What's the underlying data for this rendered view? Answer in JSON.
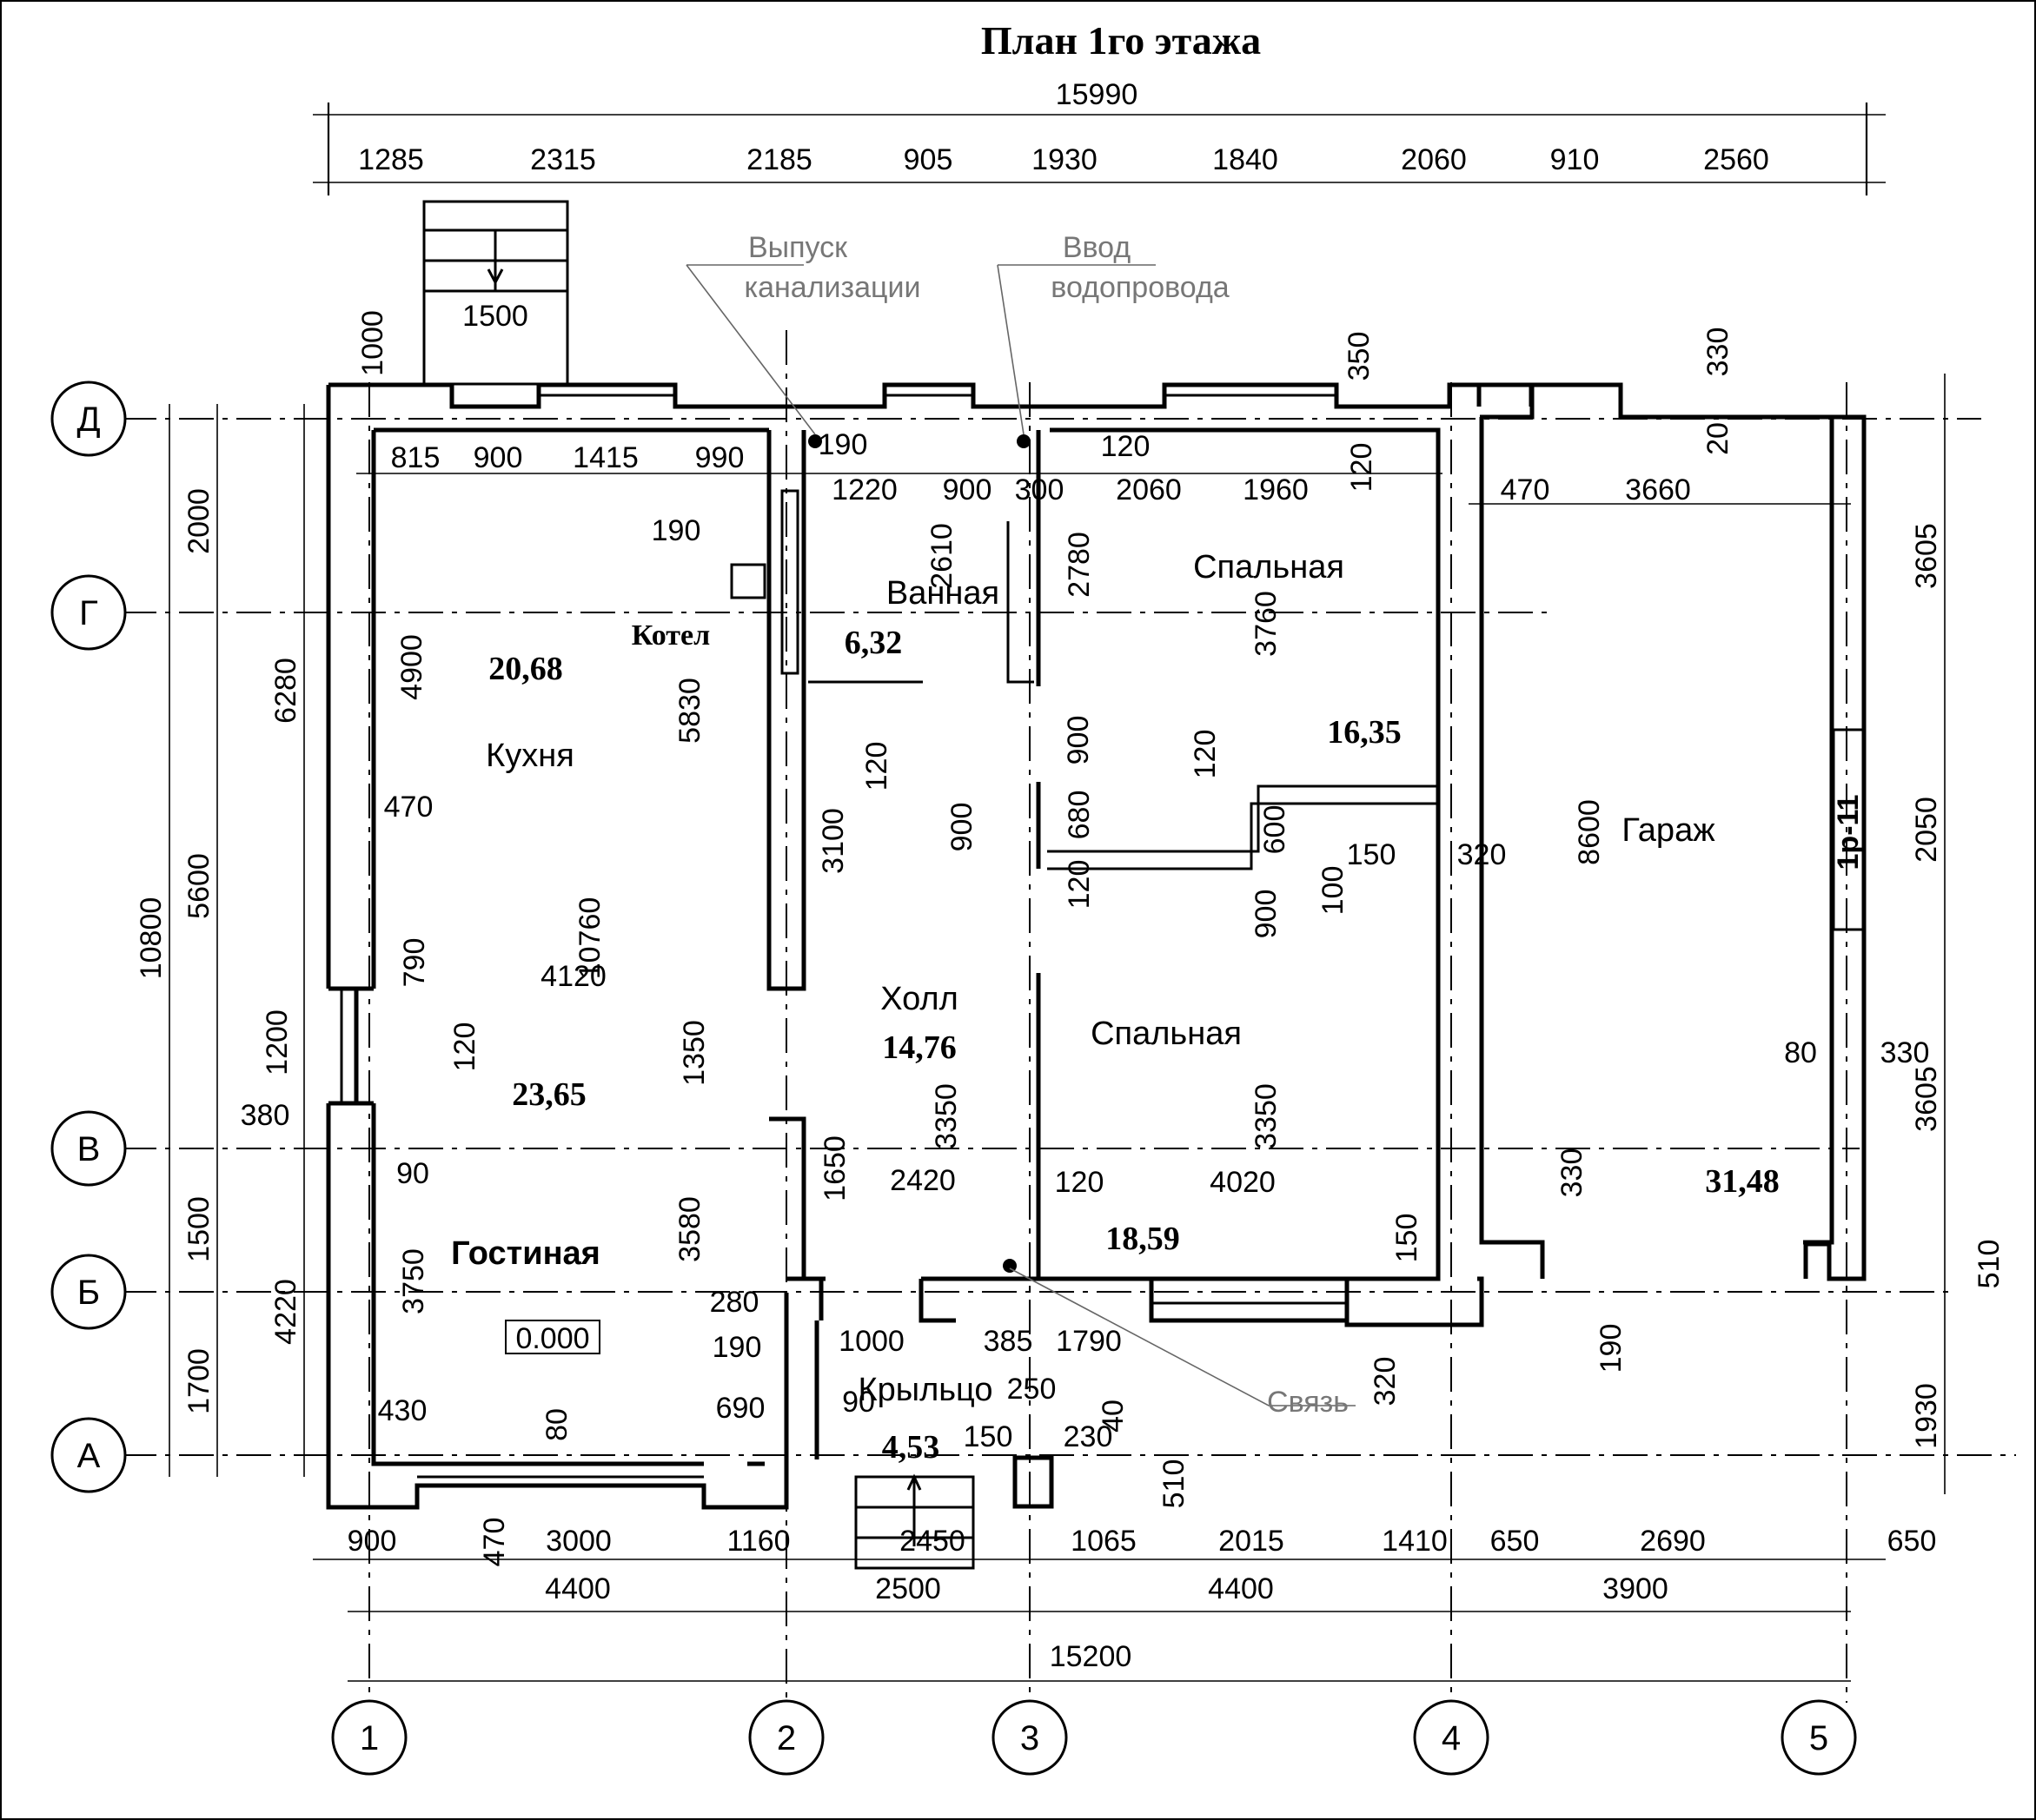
{
  "title": "План 1го этажа",
  "top_overall": "15990",
  "top_chain": [
    "1285",
    "2315",
    "2185",
    "905",
    "1930",
    "1840",
    "2060",
    "910",
    "2560"
  ],
  "bottom_chain": [
    "900",
    "470",
    "3000",
    "1160",
    "2450",
    "1065",
    "2015",
    "1410",
    "650",
    "2690",
    "650"
  ],
  "bottom_axes_dims": [
    "4400",
    "2500",
    "4400",
    "3900"
  ],
  "bottom_overall": "15200",
  "left_chain": [
    "2000",
    "5600",
    "1500",
    "1700"
  ],
  "left_mid": [
    "6280",
    "4220"
  ],
  "left_overall": "10800",
  "right_dims": [
    "3605",
    "2050",
    "3605",
    "510",
    "1930"
  ],
  "axes_rows": [
    "Д",
    "Г",
    "В",
    "Б",
    "А"
  ],
  "axes_cols": [
    "1",
    "2",
    "3",
    "4",
    "5"
  ],
  "rooms": {
    "kitchen": {
      "name": "Кухня",
      "area": "20,68"
    },
    "living": {
      "name": "Гостиная",
      "area": "23,65"
    },
    "bath": {
      "name": "Ванная",
      "area": "6,32"
    },
    "hall": {
      "name": "Холл",
      "area": "14,76"
    },
    "bedroom1": {
      "name": "Спальная",
      "area": "16,35"
    },
    "bedroom2": {
      "name": "Спальная",
      "area": "18,59"
    },
    "garage": {
      "name": "Гараж",
      "area": "31,48"
    },
    "porch": {
      "name": "Крыльцо",
      "area": "4,53"
    }
  },
  "boiler": "Котел",
  "level_mark": "0.000",
  "notes": {
    "sewer": [
      "Выпуск",
      "канализации"
    ],
    "water": [
      "Ввод",
      "водопровода"
    ],
    "comm": "Связь"
  },
  "gate": "1р-11",
  "stair_width": "1500",
  "stair_len": "1000",
  "inner_dims": {
    "row1": [
      "815",
      "900",
      "1415",
      "990",
      "190",
      "1220",
      "900",
      "300",
      "120",
      "2060",
      "1960",
      "120",
      "470",
      "3660"
    ],
    "misc": [
      "190",
      "4900",
      "5830",
      "2610",
      "2780",
      "3760",
      "10760",
      "3100",
      "120",
      "900",
      "900",
      "680",
      "120",
      "900",
      "120",
      "600",
      "100",
      "150",
      "320",
      "8600",
      "470",
      "790",
      "4120",
      "120",
      "1200",
      "380",
      "90",
      "1350",
      "3350",
      "3350",
      "80",
      "330",
      "330",
      "1650",
      "2420",
      "120",
      "4020",
      "3750",
      "3580",
      "280",
      "190",
      "1000",
      "385",
      "1790",
      "90",
      "250",
      "430",
      "80",
      "690",
      "150",
      "230",
      "40",
      "510",
      "150",
      "320",
      "190",
      "350",
      "330",
      "20"
    ]
  }
}
